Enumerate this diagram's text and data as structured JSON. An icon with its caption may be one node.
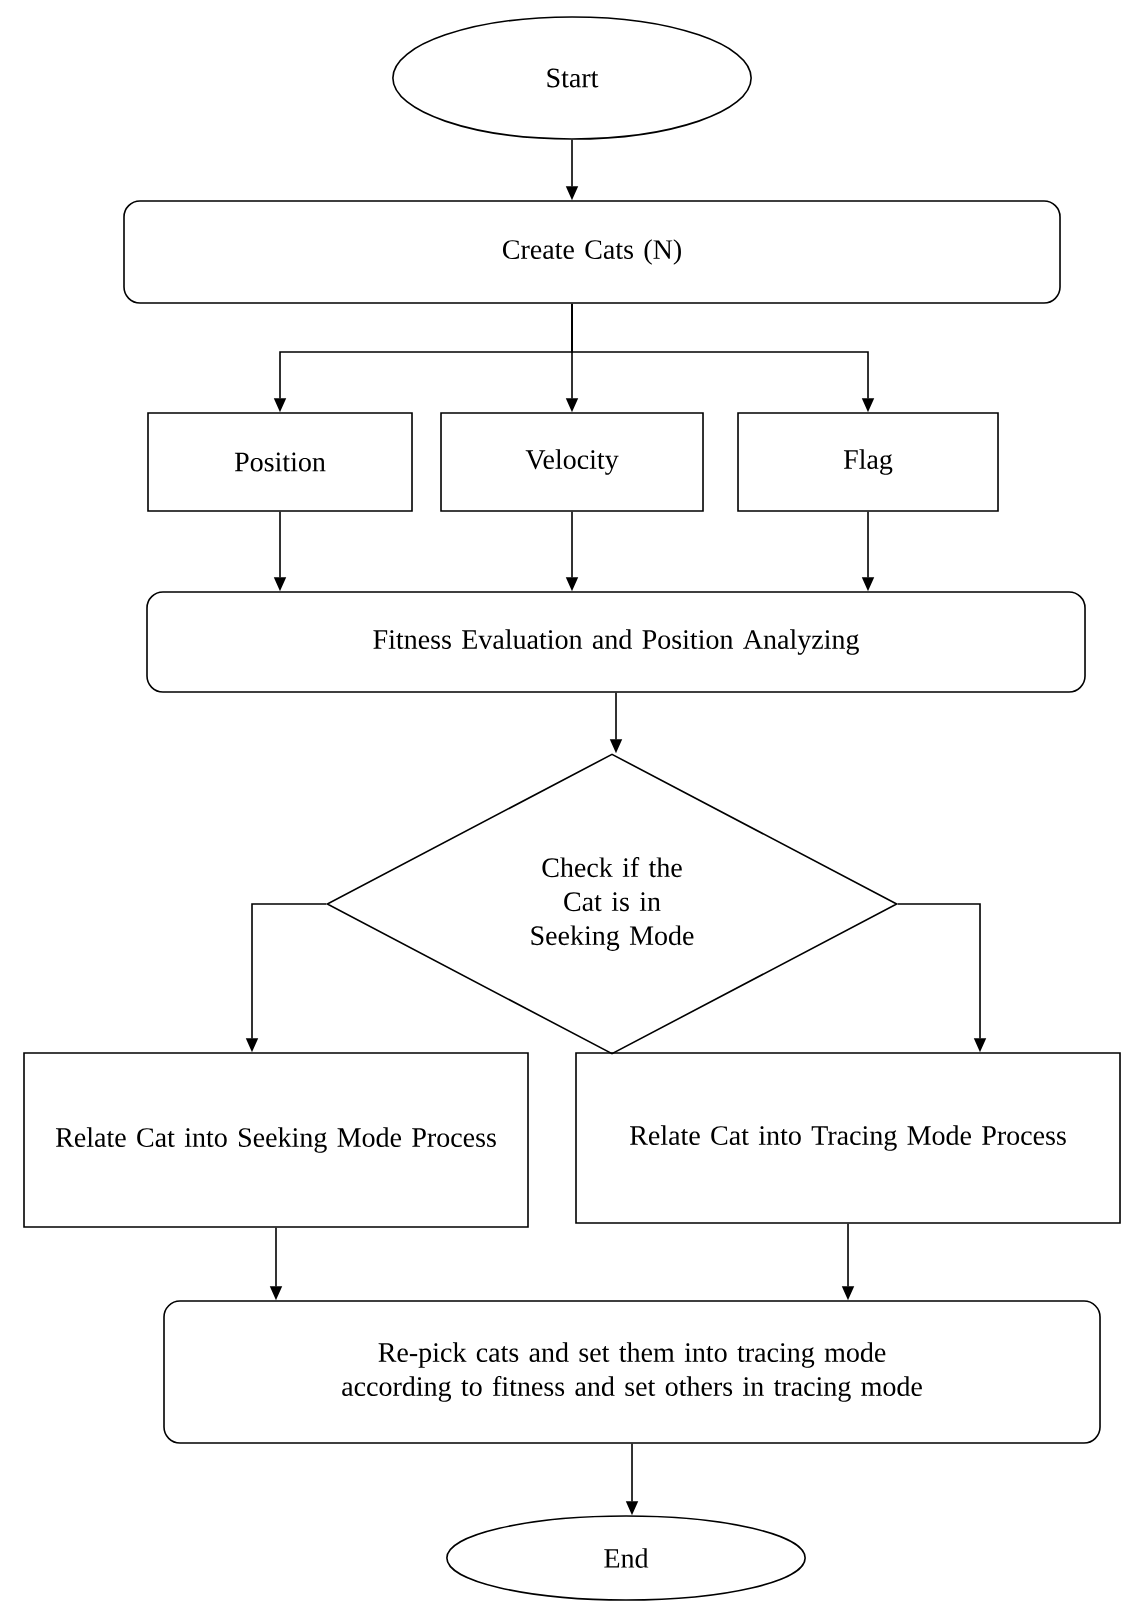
{
  "diagram": {
    "nodes": [
      {
        "text": [
          "Start"
        ]
      },
      {
        "text": [
          "Create Cats (N)"
        ]
      },
      {
        "text": [
          "Position"
        ]
      },
      {
        "text": [
          "Velocity"
        ]
      },
      {
        "text": [
          "Flag"
        ]
      },
      {
        "text": [
          "Fitness Evaluation and Position Analyzing"
        ]
      },
      {
        "text": [
          "Check if the Cat is in Seeking Mode"
        ]
      },
      {
        "text": [
          "Relate Cat into Seeking Mode Process"
        ]
      },
      {
        "text": [
          "Relate Cat into Tracing Mode Process"
        ]
      },
      {
        "text": [
          "Re-pick cats and set them into tracing mode according to fitness and set others in tracing mode"
        ]
      },
      {
        "text": [
          "End"
        ]
      }
    ],
    "edges": [
      {
        "from": 0,
        "to": 1,
        "arrow": "to"
      },
      {
        "from": 1,
        "to": 2,
        "arrow": "to"
      },
      {
        "from": 1,
        "to": 3,
        "arrow": "to"
      },
      {
        "from": 1,
        "to": 4,
        "arrow": "to"
      },
      {
        "from": 2,
        "to": 5,
        "arrow": "to"
      },
      {
        "from": 3,
        "to": 5,
        "arrow": "to"
      },
      {
        "from": 4,
        "to": 5,
        "arrow": "to"
      },
      {
        "from": 5,
        "to": 6,
        "arrow": "to"
      },
      {
        "from": 6,
        "to": 7,
        "arrow": "to"
      },
      {
        "from": 6,
        "to": 8,
        "arrow": "to"
      },
      {
        "from": 7,
        "to": 9,
        "arrow": "to"
      },
      {
        "from": 8,
        "to": 9,
        "arrow": "to"
      },
      {
        "from": 9,
        "to": 10,
        "arrow": "to"
      }
    ]
  }
}
